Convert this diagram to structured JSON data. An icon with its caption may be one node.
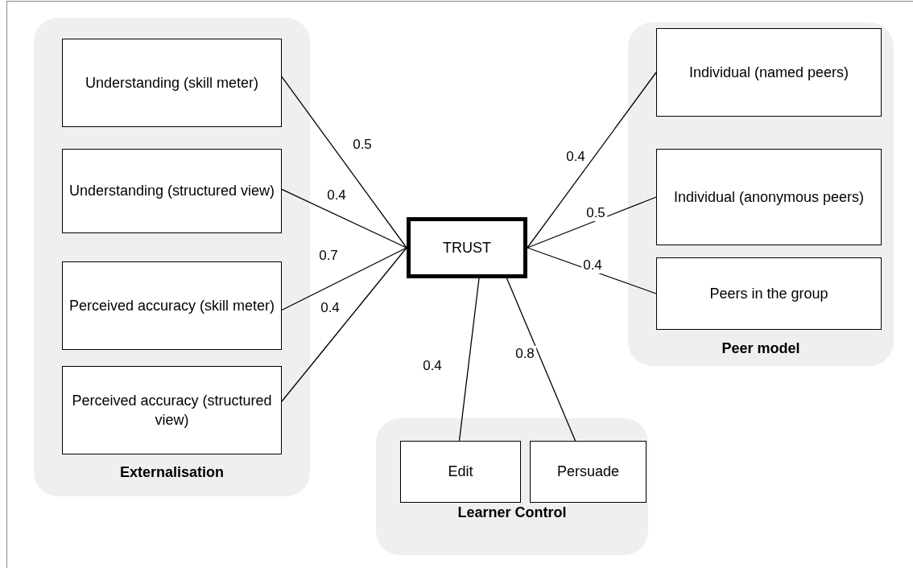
{
  "diagram": {
    "nodes": [
      {
        "text": [
          "Externalisation"
        ]
      },
      {
        "text": [
          "Understanding (skill meter)"
        ],
        "in": 0
      },
      {
        "text": [
          "Understanding (structured view)"
        ],
        "in": 0
      },
      {
        "text": [
          "Perceived accuracy (skill meter)"
        ],
        "in": 0
      },
      {
        "text": [
          "Perceived accuracy (structured view)"
        ],
        "in": 0
      },
      {
        "text": [
          "TRUST"
        ]
      },
      {
        "text": [
          "Peer model"
        ]
      },
      {
        "text": [
          "Individual (named peers)"
        ],
        "in": 6
      },
      {
        "text": [
          "Individual (anonymous peers)"
        ],
        "in": 6
      },
      {
        "text": [
          "Peers in the group"
        ],
        "in": 6
      },
      {
        "text": [
          "Learner Control"
        ]
      },
      {
        "text": [
          "Edit"
        ],
        "in": 10
      },
      {
        "text": [
          "Persuade"
        ],
        "in": 10
      }
    ],
    "edges": [
      {
        "from": 1,
        "to": 5,
        "arrow": "none",
        "label": "0.5"
      },
      {
        "from": 2,
        "to": 5,
        "arrow": "none",
        "label": "0.4"
      },
      {
        "from": 3,
        "to": 5,
        "arrow": "none",
        "label": "0.7"
      },
      {
        "from": 4,
        "to": 5,
        "arrow": "none",
        "label": "0.4"
      },
      {
        "from": 5,
        "to": 7,
        "arrow": "none",
        "label": "0.4"
      },
      {
        "from": 5,
        "to": 8,
        "arrow": "none",
        "label": "0.5"
      },
      {
        "from": 5,
        "to": 9,
        "arrow": "none",
        "label": "0.4"
      },
      {
        "from": 11,
        "to": 5,
        "arrow": "none",
        "label": "0.4"
      },
      {
        "from": 12,
        "to": 5,
        "arrow": "none",
        "label": "0.8"
      }
    ]
  }
}
